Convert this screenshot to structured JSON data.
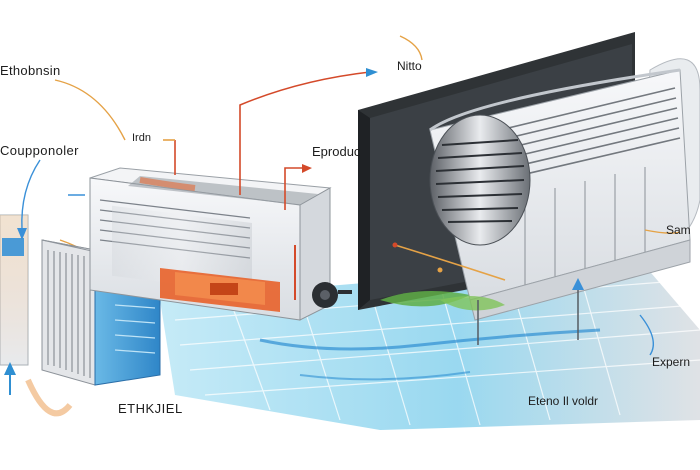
{
  "labels": {
    "top_left": "Ethobnsin",
    "top_right": "Nitto",
    "mid_left": "Coupponoler",
    "mid_center_small": "Irdn",
    "mid_center": "Eproduc",
    "right_top": "Sam",
    "right_bottom": "Expern",
    "bottom_left": "ETHKJIEL",
    "bottom_right": "Eteno Il voldr"
  },
  "colors": {
    "water": "#7fd0ee",
    "water_dark": "#3b9fd6",
    "heat": "#e8622a",
    "pointer_red": "#d44a2a",
    "pointer_orange": "#e5a246",
    "pointer_blue": "#3a90d8",
    "unit_white": "#eef1f4",
    "dark_panel": "#2f3336"
  }
}
